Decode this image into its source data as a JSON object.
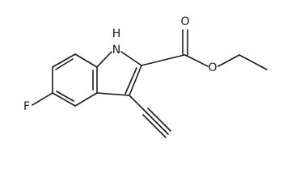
{
  "atoms": {
    "nh": "H",
    "n": "N",
    "o_carbonyl": "O",
    "o_ester": "O",
    "f": "F"
  }
}
